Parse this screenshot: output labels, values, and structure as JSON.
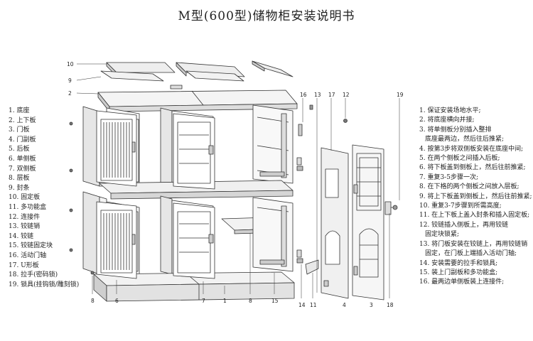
{
  "title": "M型(600型)储物柜安装说明书",
  "parts": [
    "1. 底座",
    "2. 上下板",
    "3. 门板",
    "4. 门副板",
    "5. 后板",
    "6. 单侧板",
    "7. 双侧板",
    "8. 层板",
    "9. 封条",
    "10. 固定板",
    "11. 多功能盒",
    "12. 连接件",
    "13. 铰链销",
    "14. 铰链",
    "15. 铰链固定块",
    "16. 活动门轴",
    "17. U形板",
    "18. 拉手(密码锁)",
    "19. 锁具(挂钩锁/雕刻锁)"
  ],
  "steps": [
    {
      "text": "1. 保证安装场地水平;",
      "indent": false
    },
    {
      "text": "2. 将底座横向并接;",
      "indent": false
    },
    {
      "text": "3. 将单侧板分别插入整排",
      "indent": false
    },
    {
      "text": "底座最两边，然后往后推紧;",
      "indent": true
    },
    {
      "text": "4. 按第3步将双侧板安装在底座中间;",
      "indent": false
    },
    {
      "text": "5. 在两个侧板之间插入后板;",
      "indent": false
    },
    {
      "text": "6. 将下板盖到侧板上，然后往前推紧;",
      "indent": false
    },
    {
      "text": "7. 重复3-5步骤一次;",
      "indent": false
    },
    {
      "text": "8. 在下格的两个侧板之间放入层板;",
      "indent": false
    },
    {
      "text": "9. 将上下板盖到侧板上，然后往前推紧;",
      "indent": false
    },
    {
      "text": "10. 重复3-7步骤到所需高度;",
      "indent": false
    },
    {
      "text": "11. 在上下板上盖入封条和插入固定板;",
      "indent": false
    },
    {
      "text": "12. 铰链插入侧板上，再用铰链",
      "indent": false
    },
    {
      "text": "固定块锁紧;",
      "indent": true
    },
    {
      "text": "13. 将门板安装在铰链上，再用铰链销",
      "indent": false
    },
    {
      "text": "固定，在门板上端插入活动门轴;",
      "indent": true
    },
    {
      "text": "14. 安装需要的拉手和锁具;",
      "indent": false
    },
    {
      "text": "15. 装上门副板和多功能盒;",
      "indent": false
    },
    {
      "text": "16. 最两边单侧板装上连接件;",
      "indent": false
    }
  ],
  "callouts": {
    "top": [
      "10",
      "9",
      "2"
    ],
    "upper_right": [
      "16",
      "13",
      "17",
      "12",
      "19"
    ],
    "bottom": [
      "8",
      "6",
      "7",
      "1",
      "8",
      "15",
      "14",
      "11",
      "4",
      "3",
      "18"
    ]
  },
  "colors": {
    "line": "#333333",
    "shade": "#d9d9d9",
    "light": "#eeeeee"
  }
}
